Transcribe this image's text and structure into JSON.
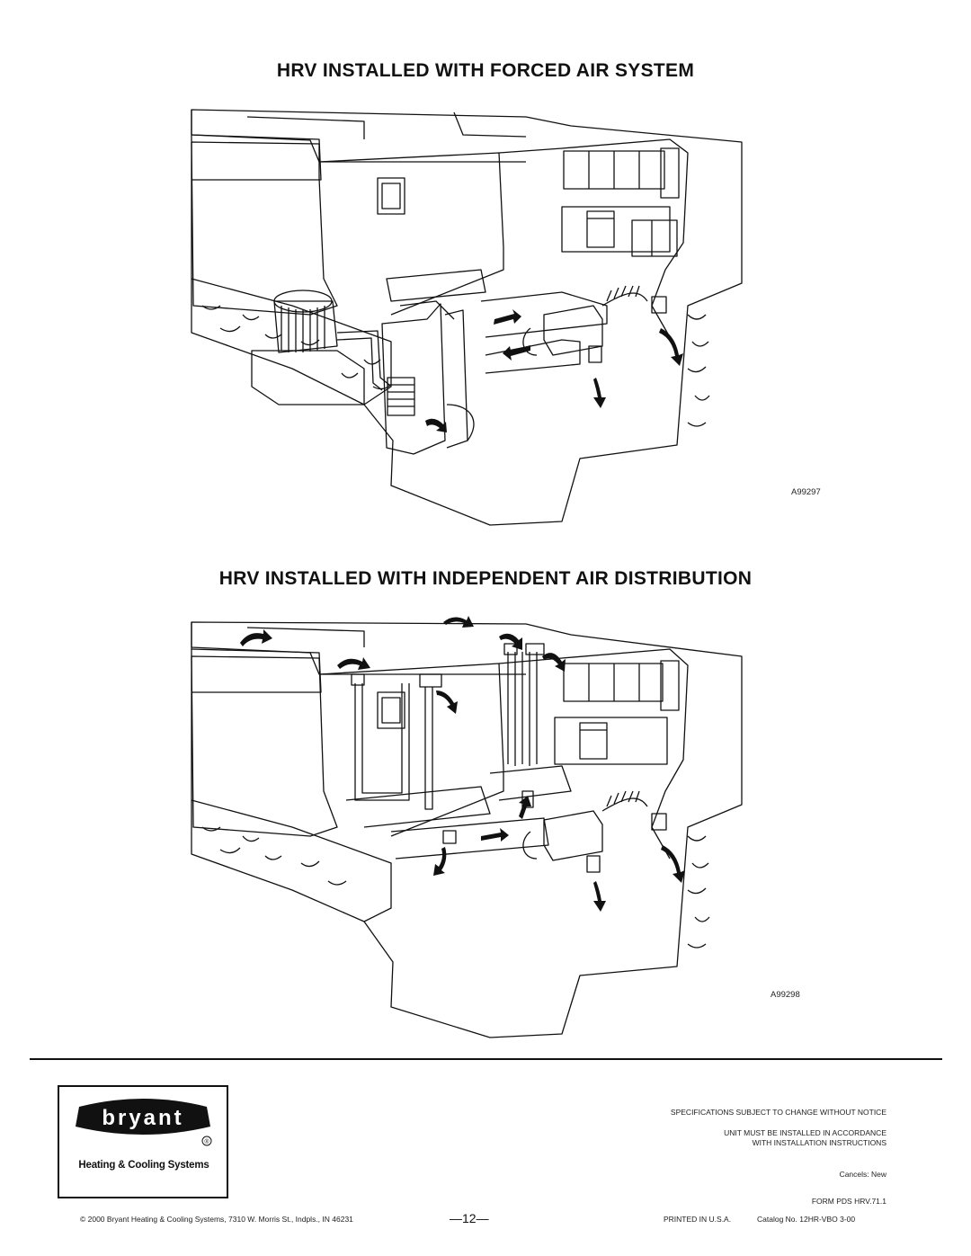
{
  "headings": {
    "forced_air": "HRV INSTALLED WITH FORCED AIR SYSTEM",
    "independent": "HRV INSTALLED WITH INDEPENDENT AIR DISTRIBUTION"
  },
  "figures": {
    "forced_air_code": "A99297",
    "independent_code": "A99298"
  },
  "logo": {
    "wordmark": "bryant",
    "registered": "®",
    "tagline": "Heating & Cooling Systems"
  },
  "notes": {
    "spec_change": "SPECIFICATIONS SUBJECT TO CHANGE WITHOUT NOTICE",
    "install_line1": "UNIT MUST BE INSTALLED IN ACCORDANCE",
    "install_line2": "WITH INSTALLATION INSTRUCTIONS",
    "cancels": "Cancels: New",
    "form": "FORM PDS HRV.71.1"
  },
  "footer": {
    "copyright": "© 2000 Bryant Heating & Cooling Systems, 7310 W. Morris St., Indpls., IN 46231",
    "page_number": "—12—",
    "printed": "PRINTED IN U.S.A.",
    "catalog": "Catalog No. 12HR-VBO   3-00"
  }
}
